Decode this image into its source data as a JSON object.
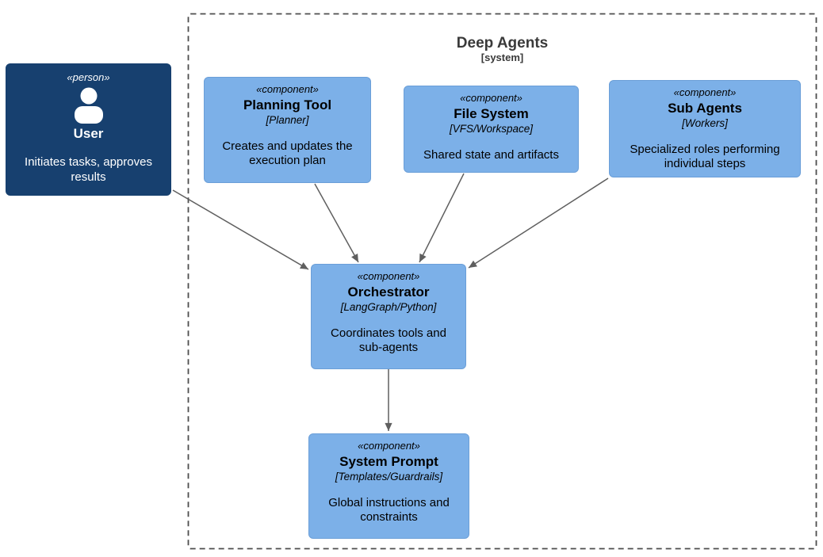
{
  "boundary": {
    "title": "Deep Agents",
    "subtitle": "[system]"
  },
  "nodes": [
    {
      "id": "user",
      "stereotype": "«person»",
      "name": "User",
      "tech": "",
      "description": "Initiates tasks, approves results"
    },
    {
      "id": "planning-tool",
      "stereotype": "«component»",
      "name": "Planning Tool",
      "tech": "[Planner]",
      "description": "Creates and updates the execution plan"
    },
    {
      "id": "file-system",
      "stereotype": "«component»",
      "name": "File System",
      "tech": "[VFS/Workspace]",
      "description": "Shared state and artifacts"
    },
    {
      "id": "sub-agents",
      "stereotype": "«component»",
      "name": "Sub Agents",
      "tech": "[Workers]",
      "description": "Specialized roles performing individual steps"
    },
    {
      "id": "orchestrator",
      "stereotype": "«component»",
      "name": "Orchestrator",
      "tech": "[LangGraph/Python]",
      "description": "Coordinates tools and sub-agents"
    },
    {
      "id": "system-prompt",
      "stereotype": "«component»",
      "name": "System Prompt",
      "tech": "[Templates/Guardrails]",
      "description": "Global instructions and constraints"
    }
  ],
  "edges": [
    {
      "from": "User",
      "to": "Orchestrator"
    },
    {
      "from": "Planning Tool",
      "to": "Orchestrator"
    },
    {
      "from": "File System",
      "to": "Orchestrator"
    },
    {
      "from": "Sub Agents",
      "to": "Orchestrator"
    },
    {
      "from": "Orchestrator",
      "to": "System Prompt"
    }
  ],
  "colors": {
    "background": "#FFFFFF",
    "person_fill": "#17406F",
    "person_text": "#FFFFFF",
    "component_fill": "#7CB0E8",
    "component_border": "#6B9FD8",
    "component_text": "#000000",
    "arrow": "#5F5F5F",
    "boundary_border": "#4D4D4D",
    "title_text": "#3A3A3A"
  }
}
